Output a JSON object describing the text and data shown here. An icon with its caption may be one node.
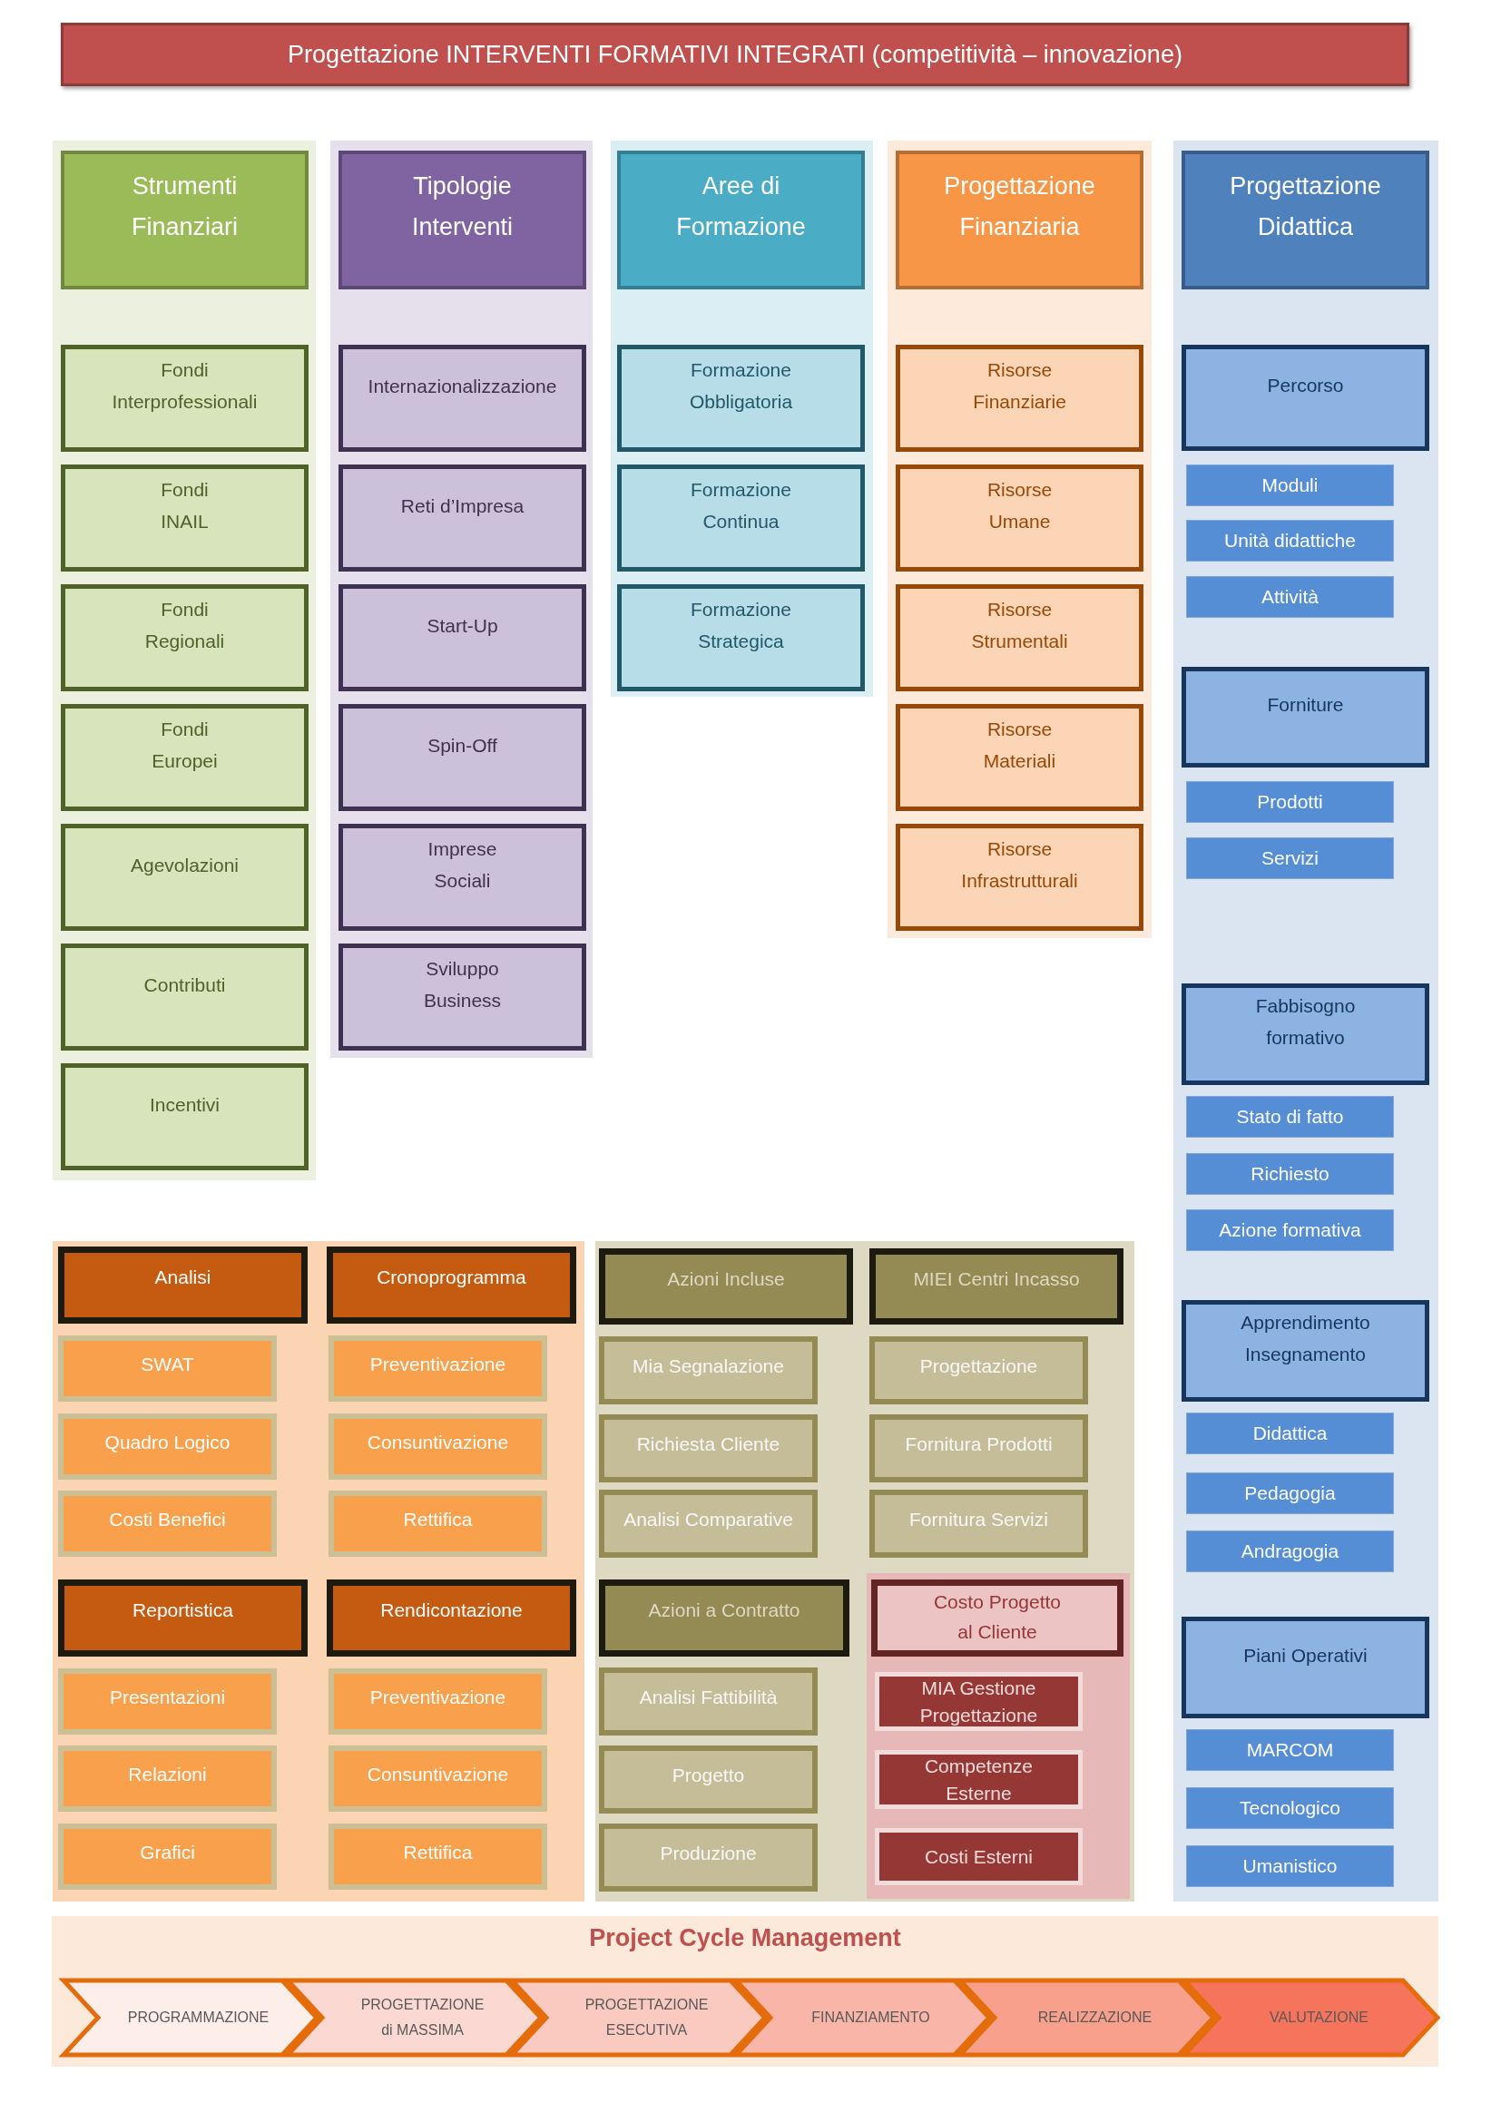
{
  "diagram": {
    "nodes": [
      {
        "text": [
          "Progettazione INTERVENTI FORMATIVI INTEGRATI (competitività – innovazione)"
        ]
      },
      {
        "text": [],
        "shape": "box"
      },
      {
        "text": [
          "Strumenti Finanziari"
        ],
        "in": 1
      },
      {
        "text": [
          "Fondi Interprofessionali"
        ],
        "in": 1
      },
      {
        "text": [
          "Fondi INAIL"
        ],
        "in": 1
      },
      {
        "text": [
          "Fondi Regionali"
        ],
        "in": 1
      },
      {
        "text": [
          "Fondi Europei"
        ],
        "in": 1
      },
      {
        "text": [
          "Agevolazioni"
        ],
        "in": 1
      },
      {
        "text": [
          "Contributi"
        ],
        "in": 1
      },
      {
        "text": [
          "Incentivi"
        ],
        "in": 1
      },
      {
        "text": [],
        "shape": "box"
      },
      {
        "text": [
          "Tipologie Interventi"
        ],
        "in": 10
      },
      {
        "text": [
          "Internazionalizzazione"
        ],
        "in": 10
      },
      {
        "text": [
          "Reti d’Impresa"
        ],
        "in": 10
      },
      {
        "text": [
          "Start-Up"
        ],
        "in": 10
      },
      {
        "text": [
          "Spin-Off"
        ],
        "in": 10
      },
      {
        "text": [
          "Imprese Sociali"
        ],
        "in": 10
      },
      {
        "text": [
          "Sviluppo Business"
        ],
        "in": 10
      },
      {
        "text": [],
        "shape": "box"
      },
      {
        "text": [
          "Aree di Formazione"
        ],
        "in": 18
      },
      {
        "text": [
          "Formazione Obbligatoria"
        ],
        "in": 18
      },
      {
        "text": [
          "Formazione Continua"
        ],
        "in": 18
      },
      {
        "text": [
          "Formazione Strategica"
        ],
        "in": 18
      },
      {
        "text": [],
        "shape": "box"
      },
      {
        "text": [
          "Progettazione Finanziaria"
        ],
        "in": 23
      },
      {
        "text": [
          "Risorse Finanziarie"
        ],
        "in": 23
      },
      {
        "text": [
          "Risorse Umane"
        ],
        "in": 23
      },
      {
        "text": [
          "Risorse Strumentali"
        ],
        "in": 23
      },
      {
        "text": [
          "Risorse Materiali"
        ],
        "in": 23
      },
      {
        "text": [
          "Risorse Infrastrutturali"
        ],
        "in": 23
      },
      {
        "text": [],
        "shape": "box"
      },
      {
        "text": [
          "Progettazione Didattica"
        ],
        "in": 30
      },
      {
        "text": [
          "Percorso"
        ],
        "in": 30
      },
      {
        "text": [
          "Moduli"
        ],
        "in": 30
      },
      {
        "text": [
          "Unità didattiche"
        ],
        "in": 30
      },
      {
        "text": [
          "Attività"
        ],
        "in": 30
      },
      {
        "text": [
          "Forniture"
        ],
        "in": 30
      },
      {
        "text": [
          "Prodotti"
        ],
        "in": 30
      },
      {
        "text": [
          "Servizi"
        ],
        "in": 30
      },
      {
        "text": [
          "Fabbisogno formativo"
        ],
        "in": 30
      },
      {
        "text": [
          "Stato di fatto"
        ],
        "in": 30
      },
      {
        "text": [
          "Richiesto"
        ],
        "in": 30
      },
      {
        "text": [
          "Azione formativa"
        ],
        "in": 30
      },
      {
        "text": [
          "Apprendimento Insegnamento"
        ],
        "in": 30
      },
      {
        "text": [
          "Didattica"
        ],
        "in": 30
      },
      {
        "text": [
          "Pedagogia"
        ],
        "in": 30
      },
      {
        "text": [
          "Andragogia"
        ],
        "in": 30
      },
      {
        "text": [
          "Piani Operativi"
        ],
        "in": 30
      },
      {
        "text": [
          "MARCOM"
        ],
        "in": 30
      },
      {
        "text": [
          "Tecnologico"
        ],
        "in": 30
      },
      {
        "text": [
          "Umanistico"
        ],
        "in": 30
      },
      {
        "text": [],
        "shape": "box"
      },
      {
        "text": [
          "Analisi"
        ],
        "in": 51
      },
      {
        "text": [
          "Cronoprogramma"
        ],
        "in": 51
      },
      {
        "text": [
          "SWAT"
        ],
        "in": 51
      },
      {
        "text": [
          "Preventivazione"
        ],
        "in": 51
      },
      {
        "text": [
          "Quadro Logico"
        ],
        "in": 51
      },
      {
        "text": [
          "Consuntivazione"
        ],
        "in": 51
      },
      {
        "text": [
          "Costi Benefici"
        ],
        "in": 51
      },
      {
        "text": [
          "Rettifica"
        ],
        "in": 51
      },
      {
        "text": [
          "Reportistica"
        ],
        "in": 51
      },
      {
        "text": [
          "Rendicontazione"
        ],
        "in": 51
      },
      {
        "text": [
          "Presentazioni"
        ],
        "in": 51
      },
      {
        "text": [
          "Preventivazione"
        ],
        "in": 51
      },
      {
        "text": [
          "Relazioni"
        ],
        "in": 51
      },
      {
        "text": [
          "Consuntivazione"
        ],
        "in": 51
      },
      {
        "text": [
          "Grafici"
        ],
        "in": 51
      },
      {
        "text": [
          "Rettifica"
        ],
        "in": 51
      },
      {
        "text": [],
        "shape": "box"
      },
      {
        "text": [
          "Azioni Incluse"
        ],
        "in": 68
      },
      {
        "text": [
          "MIEI Centri Incasso"
        ],
        "in": 68
      },
      {
        "text": [
          "Mia Segnalazione"
        ],
        "in": 68
      },
      {
        "text": [
          "Progettazione"
        ],
        "in": 68
      },
      {
        "text": [
          "Richiesta Cliente"
        ],
        "in": 68
      },
      {
        "text": [
          "Fornitura Prodotti"
        ],
        "in": 68
      },
      {
        "text": [
          "Analisi Comparative"
        ],
        "in": 68
      },
      {
        "text": [
          "Fornitura Servizi"
        ],
        "in": 68
      },
      {
        "text": [
          "Azioni a Contratto"
        ],
        "in": 68
      },
      {
        "text": [],
        "shape": "box",
        "in": 68
      },
      {
        "text": [
          "Costo Progetto al Cliente"
        ],
        "in": 78
      },
      {
        "text": [
          "Analisi Fattibilità"
        ],
        "in": 68
      },
      {
        "text": [
          "MIA Gestione Progettazione"
        ],
        "in": 78
      },
      {
        "text": [
          "Progetto"
        ],
        "in": 68
      },
      {
        "text": [
          "Competenze Esterne"
        ],
        "in": 78
      },
      {
        "text": [
          "Produzione"
        ],
        "in": 68
      },
      {
        "text": [
          "Costi Esterni"
        ],
        "in": 78
      },
      {
        "text": [
          "Project Cycle Management"
        ]
      },
      {
        "text": [
          "PROGRAMMAZIONE"
        ],
        "in": 86
      },
      {
        "text": [
          "PROGETTAZIONE di MASSIMA"
        ],
        "in": 86
      },
      {
        "text": [
          "PROGETTAZIONE ESECUTIVA"
        ],
        "in": 86
      },
      {
        "text": [
          "FINANZIAMENTO"
        ],
        "in": 86
      },
      {
        "text": [
          "REALIZZAZIONE"
        ],
        "in": 86
      },
      {
        "text": [
          "VALUTAZIONE"
        ],
        "in": 86
      }
    ]
  }
}
